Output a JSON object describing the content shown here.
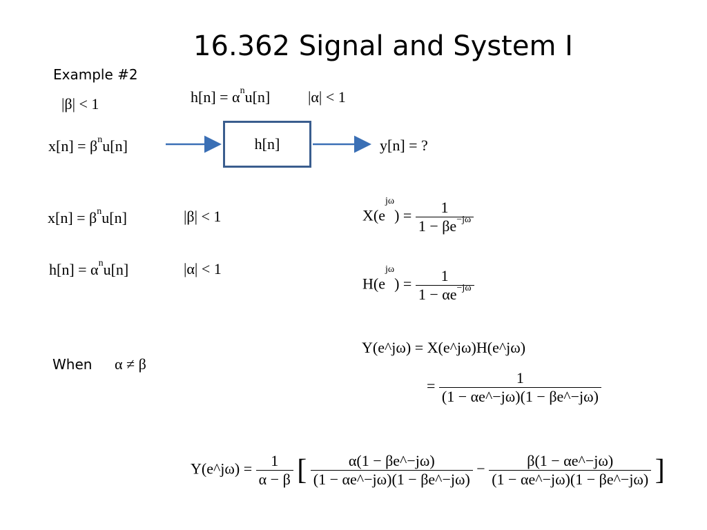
{
  "slide": {
    "title": "16.362 Signal and System I",
    "example_label": "Example #2",
    "when_label": "When",
    "colors": {
      "block_border": "#3a5d8e",
      "arrow": "#3a6fb5"
    }
  },
  "eq": {
    "beta_cond": "|β| < 1",
    "h_def": "h[n] = α",
    "h_def_sup": "n",
    "h_def_tail": "u[n]",
    "alpha_cond": "|α| < 1",
    "x_in": "x[n] = β",
    "x_in_sup": "n",
    "x_in_tail": "u[n]",
    "block": "h[n]",
    "y_out": "y[n] = ?",
    "x2": "x[n] = β",
    "x2_sup": "n",
    "x2_tail": "u[n]",
    "beta_cond2": "|β| < 1",
    "h2": "h[n] = α",
    "h2_sup": "n",
    "h2_tail": "u[n]",
    "alpha_cond2": "|α| < 1",
    "X_lhs": "X(e",
    "X_lhs_sup": "jω",
    "X_lhs_tail": ") =",
    "X_num": "1",
    "X_den": "1 − βe",
    "X_den_sup": "−jω",
    "H_lhs": "H(e",
    "H_lhs_sup": "jω",
    "H_lhs_tail": ") =",
    "H_num": "1",
    "H_den": "1 − αe",
    "H_den_sup": "−jω",
    "Y_prod": "Y(e^jω) = X(e^jω)H(e^jω)",
    "eq_sign": "=",
    "Y2_num": "1",
    "Y2_den": "(1 − αe^−jω)(1 − βe^−jω)",
    "neq": "α ≠ β",
    "Y_final_lhs": "Y(e^jω) =",
    "Y_final_coef_num": "1",
    "Y_final_coef_den": "α − β",
    "t1_num": "α(1 − βe^−jω)",
    "t1_den": "(1 − αe^−jω)(1 − βe^−jω)",
    "minus": "−",
    "t2_num": "β(1 − αe^−jω)",
    "t2_den": "(1 − αe^−jω)(1 − βe^−jω)",
    "lbracket": "[",
    "rbracket": "]"
  }
}
